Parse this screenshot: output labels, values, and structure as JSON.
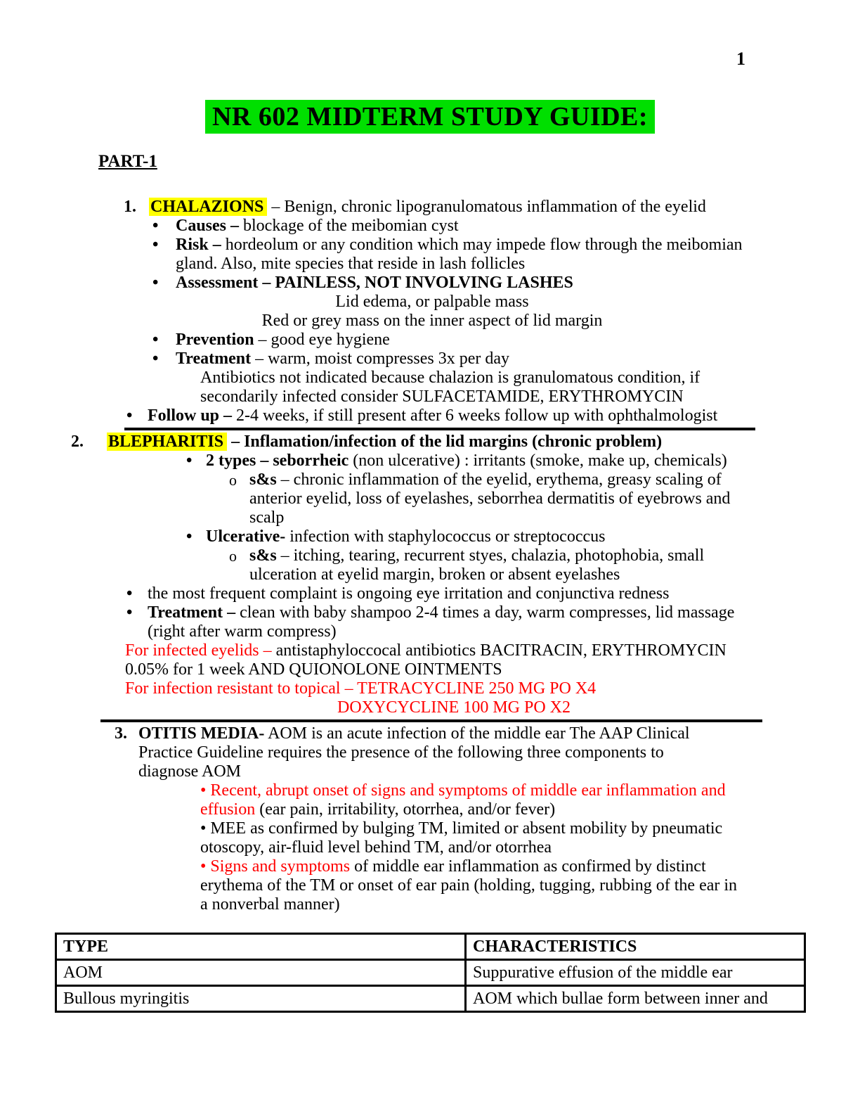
{
  "page_number": "1",
  "title": "NR 602 MIDTERM STUDY GUIDE:",
  "part_heading": "PART-1",
  "ui": {
    "bullet": "•",
    "circle": "o"
  },
  "colors": {
    "title_highlight": "#00df00",
    "term_highlight": "#ffff00",
    "emphasis_red": "#ff0000"
  },
  "chalazions": {
    "num": "1.",
    "term": "CHALAZIONS",
    "definition": "– Benign, chronic lipogranulomatous inflammation of the eyelid",
    "causes_label": "Causes –",
    "causes_text": "blockage of the meibomian cyst",
    "risk_label": "Risk –",
    "risk_text": "hordeolum or any condition which may impede flow through the meibomian gland. Also, mite species that reside in lash follicles",
    "assessment_label": "Assessment – PAINLESS, NOT INVOLVING LASHES",
    "assessment_line2": "Lid edema, or palpable mass",
    "assessment_line3": "Red or grey mass on the inner aspect of lid margin",
    "prevention_label": "Prevention",
    "prevention_text": "– good eye hygiene",
    "treatment_label": "Treatment",
    "treatment_text": "– warm, moist compresses 3x per day",
    "treatment_note": "Antibiotics not indicated because chalazion is granulomatous condition, if secondarily infected consider SULFACETAMIDE, ERYTHROMYCIN",
    "followup_label": "Follow up –",
    "followup_text": "2-4 weeks, if still present after 6 weeks follow up with ophthalmologist"
  },
  "blepharitis": {
    "num": "2.",
    "term": "BLEPHARITIS",
    "definition": "– Inflamation/infection of the lid margins (chronic problem)",
    "types_label": "2 types – seborrheic",
    "types_text": "(non ulcerative) : irritants (smoke, make up, chemicals)",
    "ss1_label": "s&s",
    "ss1_text": "– chronic inflammation of the eyelid, erythema, greasy scaling of anterior eyelid, loss of eyelashes, seborrhea dermatitis of eyebrows and scalp",
    "ulcerative_label": "Ulcerative-",
    "ulcerative_text": "infection with staphylococcus or streptococcus",
    "ss2_label": "s&s",
    "ss2_text": "– itching, tearing, recurrent styes, chalazia, photophobia, small ulceration at eyelid margin, broken or absent eyelashes",
    "complaint_text": "the most frequent complaint is ongoing eye irritation and conjunctiva redness",
    "treatment_label": "Treatment –",
    "treatment_text": "clean with baby shampoo 2-4 times a day, warm compresses, lid massage (right after warm compress)",
    "infected_label": "For infected eyelids –",
    "infected_text": "antistaphyloccocal antibiotics BACITRACIN, ERYTHROMYCIN 0.05% for 1 week AND QUIONOLONE OINTMENTS",
    "resistant_text": "For infection resistant to topical – TETRACYCLINE 250 MG PO X4",
    "resistant_line2": "DOXYCYCLINE 100 MG PO X2"
  },
  "otitis_media": {
    "num": "3.",
    "term": "OTITIS MEDIA-",
    "definition": "AOM is an acute infection of the middle ear The AAP Clinical Practice Guideline requires the presence of the following three components to diagnose AOM",
    "criterion1_red": "• Recent, abrupt onset of signs and symptoms of middle ear inflammation and effusion",
    "criterion1_black": "(ear pain, irritability, otorrhea, and/or fever)",
    "criterion2": "• MEE as confirmed by bulging TM, limited or absent mobility by pneumatic otoscopy, air-fluid level behind TM, and/or otorrhea",
    "criterion3_red": "• Signs and symptoms",
    "criterion3_black": "of middle ear inflammation as confirmed by distinct erythema of the TM or onset of ear pain (holding, tugging, rubbing of the ear in a nonverbal manner)"
  },
  "table": {
    "headers": [
      "TYPE",
      "CHARACTERISTICS"
    ],
    "rows": [
      [
        "AOM",
        "Suppurative effusion of the middle ear"
      ],
      [
        "Bullous myringitis",
        "AOM which bullae form between inner and"
      ]
    ]
  }
}
